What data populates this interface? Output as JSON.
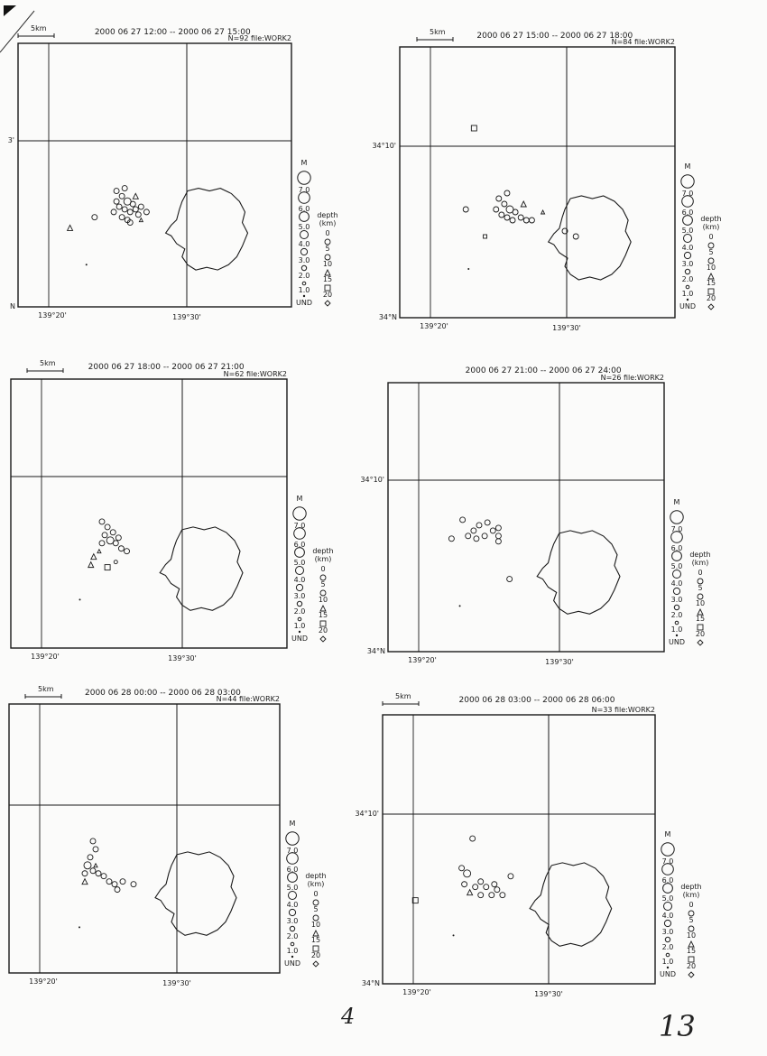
{
  "page": {
    "page_number": "4",
    "sheet_number": "13"
  },
  "legend_labels": {
    "magnitude_header": "M",
    "magnitudes": [
      "7.0",
      "6.0",
      "5.0",
      "4.0",
      "3.0",
      "2.0",
      "1.0"
    ],
    "depth_header": "depth",
    "depth_unit": "(km)",
    "depths": [
      "0",
      "5",
      "10",
      "15",
      "20"
    ],
    "undetermined": "UND"
  },
  "panels": [
    {
      "time_range": "2000 06 27 12:00 -- 2000 06 27 15:00",
      "count_file": "N=92 file:WORK2",
      "scale_label": "5km",
      "lat_label": "3'",
      "lat_base_label": "N",
      "lon_labels": [
        "139°20'",
        "139°30'"
      ]
    },
    {
      "time_range": "2000 06 27 15:00 -- 2000 06 27 18:00",
      "count_file": "N=84 file:WORK2",
      "scale_label": "5km",
      "lat_label": "34°10'",
      "lat_base_label": "34°N",
      "lon_labels": [
        "139°20'",
        "139°30'"
      ]
    },
    {
      "time_range": "2000 06 27 18:00 -- 2000 06 27 21:00",
      "count_file": "N=62 file:WORK2",
      "scale_label": "5km",
      "lat_label": "",
      "lat_base_label": "",
      "lon_labels": [
        "139°20'",
        "139°30'"
      ]
    },
    {
      "time_range": "2000 06 27 21:00 -- 2000 06 27 24:00",
      "count_file": "N=26 file:WORK2",
      "scale_label": "",
      "lat_label": "34°10'",
      "lat_base_label": "34°N",
      "lon_labels": [
        "139°20'",
        "139°30'"
      ]
    },
    {
      "time_range": "2000 06 28 00:00 -- 2000 06 28 03:00",
      "count_file": "N=44 file:WORK2",
      "scale_label": "5km",
      "lat_label": "",
      "lat_base_label": "",
      "lon_labels": [
        "139°20'",
        "139°30'"
      ]
    },
    {
      "time_range": "2000 06 28 03:00 -- 2000 06 28 06:00",
      "count_file": "N=33 file:WORK2",
      "scale_label": "5km",
      "lat_label": "34°10'",
      "lat_base_label": "34°N",
      "lon_labels": [
        "139°20'",
        "139°30'"
      ]
    }
  ],
  "colors": {
    "ink": "#1a1a1a",
    "paper": "#fbfbfa"
  }
}
